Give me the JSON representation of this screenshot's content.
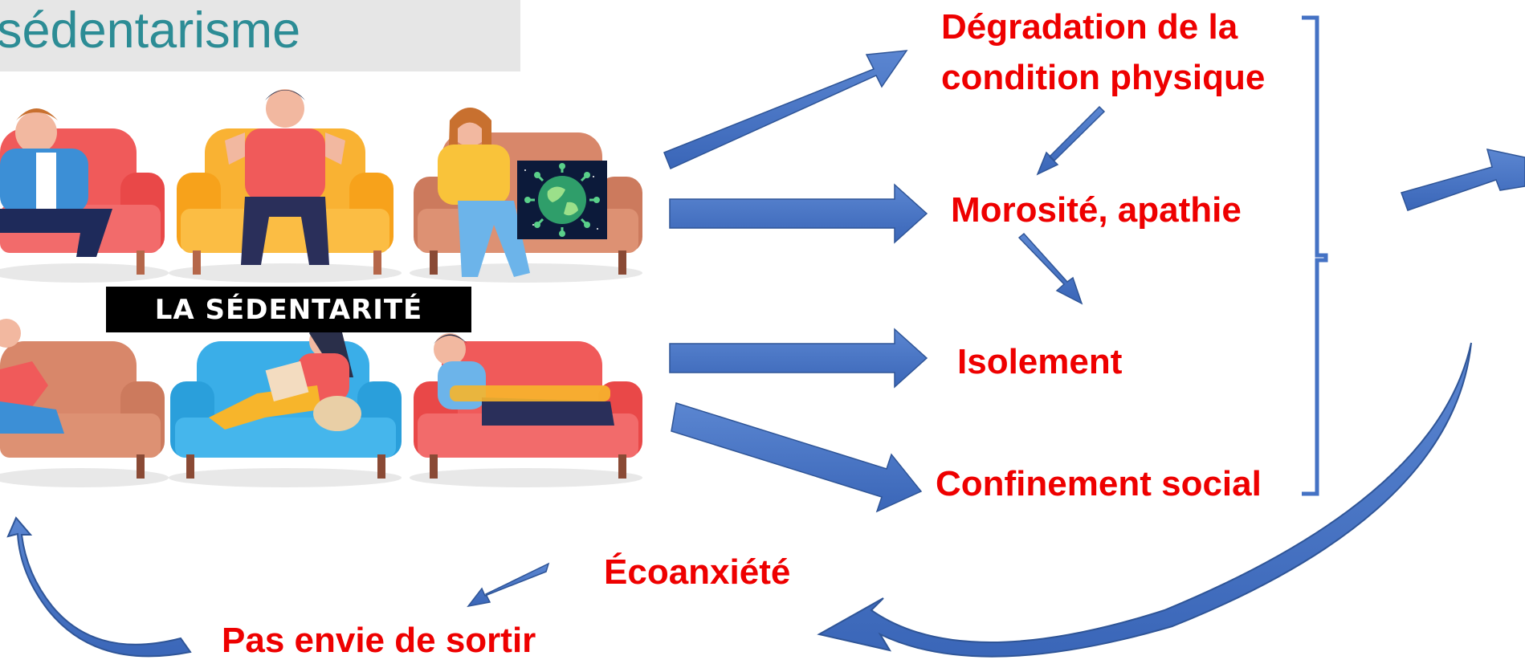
{
  "title": "sédentarisme",
  "banner": "LA SÉDENTARITÉ",
  "effects": {
    "degradation_line1": "Dégradation de la",
    "degradation_line2": "condition physique",
    "morosite": "Morosité, apathie",
    "isolement": "Isolement",
    "confinement": "Confinement social"
  },
  "loop": {
    "ecoanxiete": "Écoanxiété",
    "pas_envie": "Pas envie de sortir"
  },
  "colors": {
    "arrow": "#4472c4",
    "arrow_dark": "#2f5597",
    "label": "#ee0000",
    "title": "#2c8c95",
    "bracket": "#4472c4"
  },
  "icons": {
    "virus_globe": "coronavirus-globe-icon"
  }
}
